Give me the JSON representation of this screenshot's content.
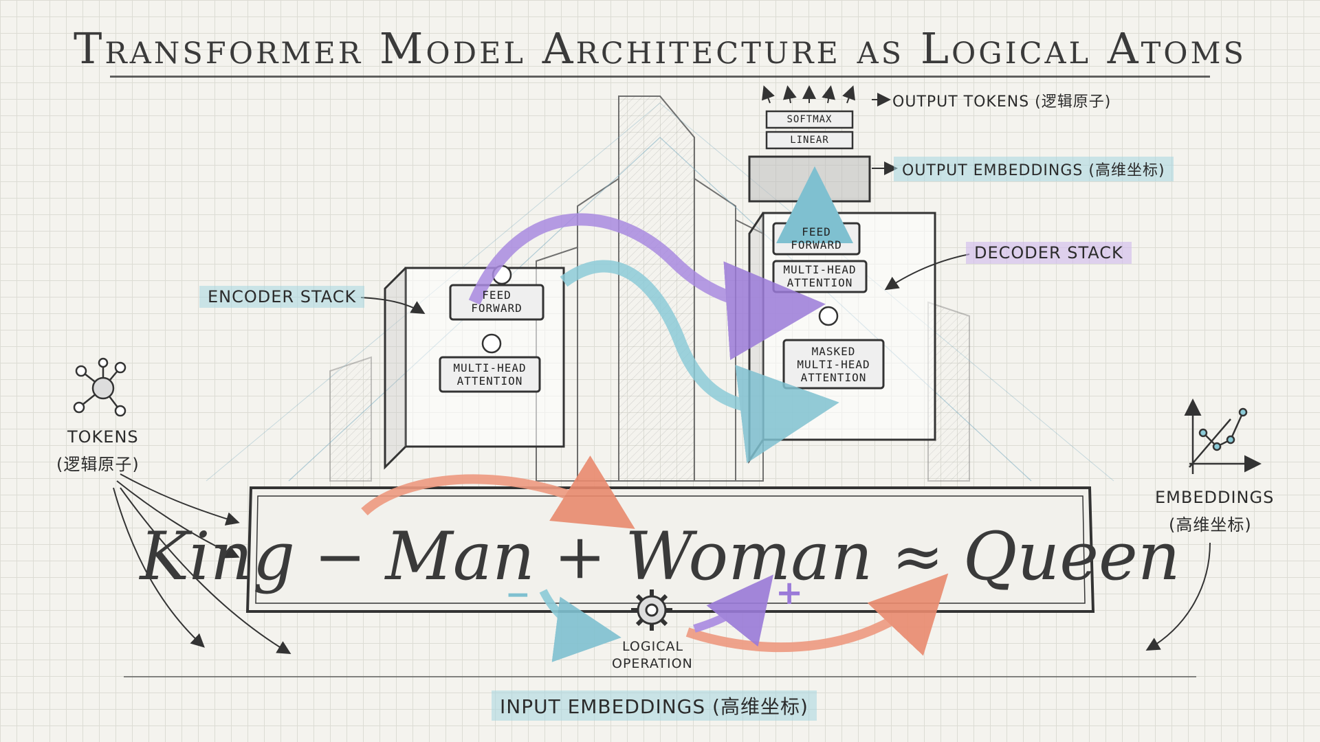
{
  "title": "Transformer Model Architecture as Logical Atoms",
  "labels": {
    "output_tokens": "OUTPUT TOKENS (逻辑原子)",
    "output_embeddings": "OUTPUT EMBEDDINGS (高维坐标)",
    "decoder_stack": "DECODER STACK",
    "encoder_stack": "ENCODER STACK",
    "tokens_line1": "TOKENS",
    "tokens_line2": "(逻辑原子)",
    "embeddings_line1": "EMBEDDINGS",
    "embeddings_line2": "(高维坐标)",
    "input_embeddings": "INPUT  EMBEDDINGS (高维坐标)",
    "logical_operation_line1": "LOGICAL",
    "logical_operation_line2": "OPERATION"
  },
  "blocks": {
    "softmax": "SOFTMAX",
    "linear": "LINEAR",
    "decoder_feed_forward_1": "FEED",
    "decoder_feed_forward_2": "FORWARD",
    "decoder_mha_1": "MULTI-HEAD",
    "decoder_mha_2": "ATTENTION",
    "masked_mha_1": "MASKED",
    "masked_mha_2": "MULTI-HEAD",
    "masked_mha_3": "ATTENTION",
    "encoder_feed_forward_1": "FEED",
    "encoder_feed_forward_2": "FORWARD",
    "encoder_mha_1": "MULTI-HEAD",
    "encoder_mha_2": "ATTENTION"
  },
  "equation": {
    "term1": "King",
    "op1": "−",
    "term2": "Man",
    "op2": "+",
    "term3": "Woman",
    "op3": "≈",
    "term4": "Queen"
  },
  "symbols": {
    "minus": "−",
    "plus": "+"
  },
  "colors": {
    "purple": "#a98ae0",
    "blue": "#8ccbd8",
    "salmon": "#ee9a80",
    "ink": "#333333"
  }
}
